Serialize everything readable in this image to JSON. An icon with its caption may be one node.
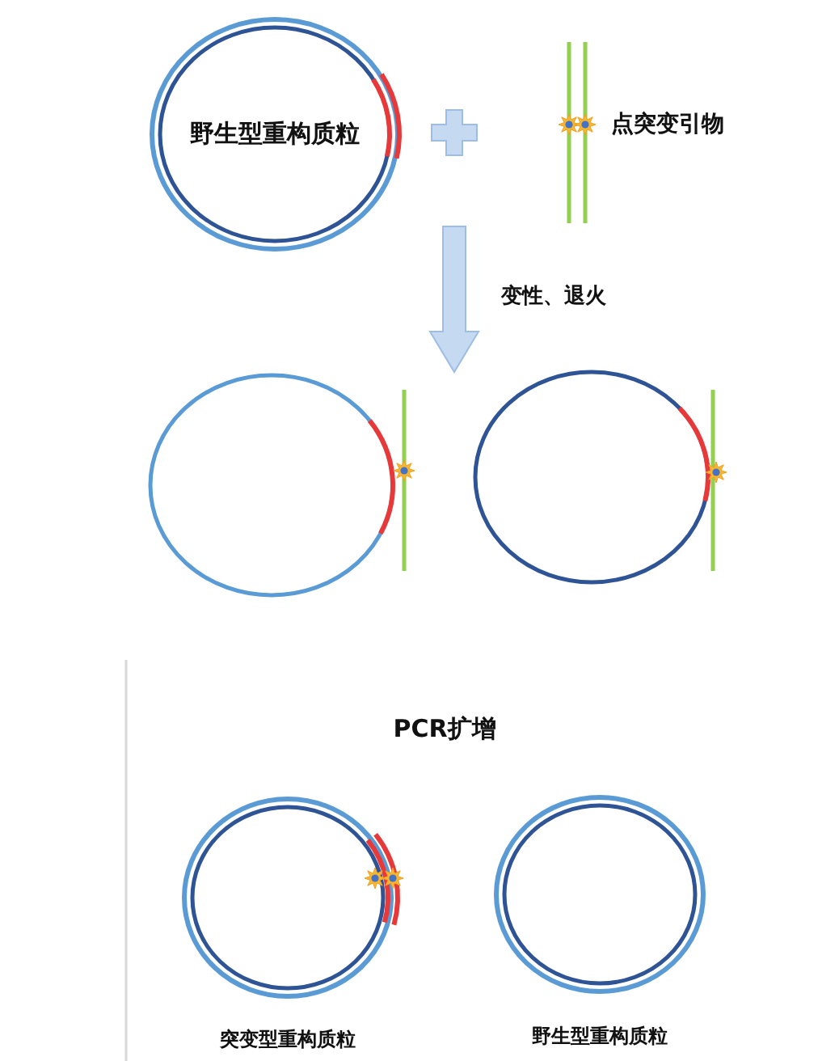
{
  "diagram": {
    "nodes": [
      {
        "text": [
          "野生型重构质粒"
        ]
      },
      {
        "text": [],
        "shape": "circle"
      },
      {
        "text": [],
        "shape": "circle"
      },
      {
        "text": [],
        "shape": "circle",
        "beside": [
          "突变型重构质粒"
        ]
      },
      {
        "text": [],
        "shape": "circle",
        "beside": [
          "野生型重构质粒"
        ]
      }
    ],
    "edges": [
      {
        "from": null,
        "to": 2,
        "arrow": "to",
        "label": "变性、退火"
      }
    ],
    "labels": [
      "点突变引物",
      "PCR扩增"
    ]
  }
}
